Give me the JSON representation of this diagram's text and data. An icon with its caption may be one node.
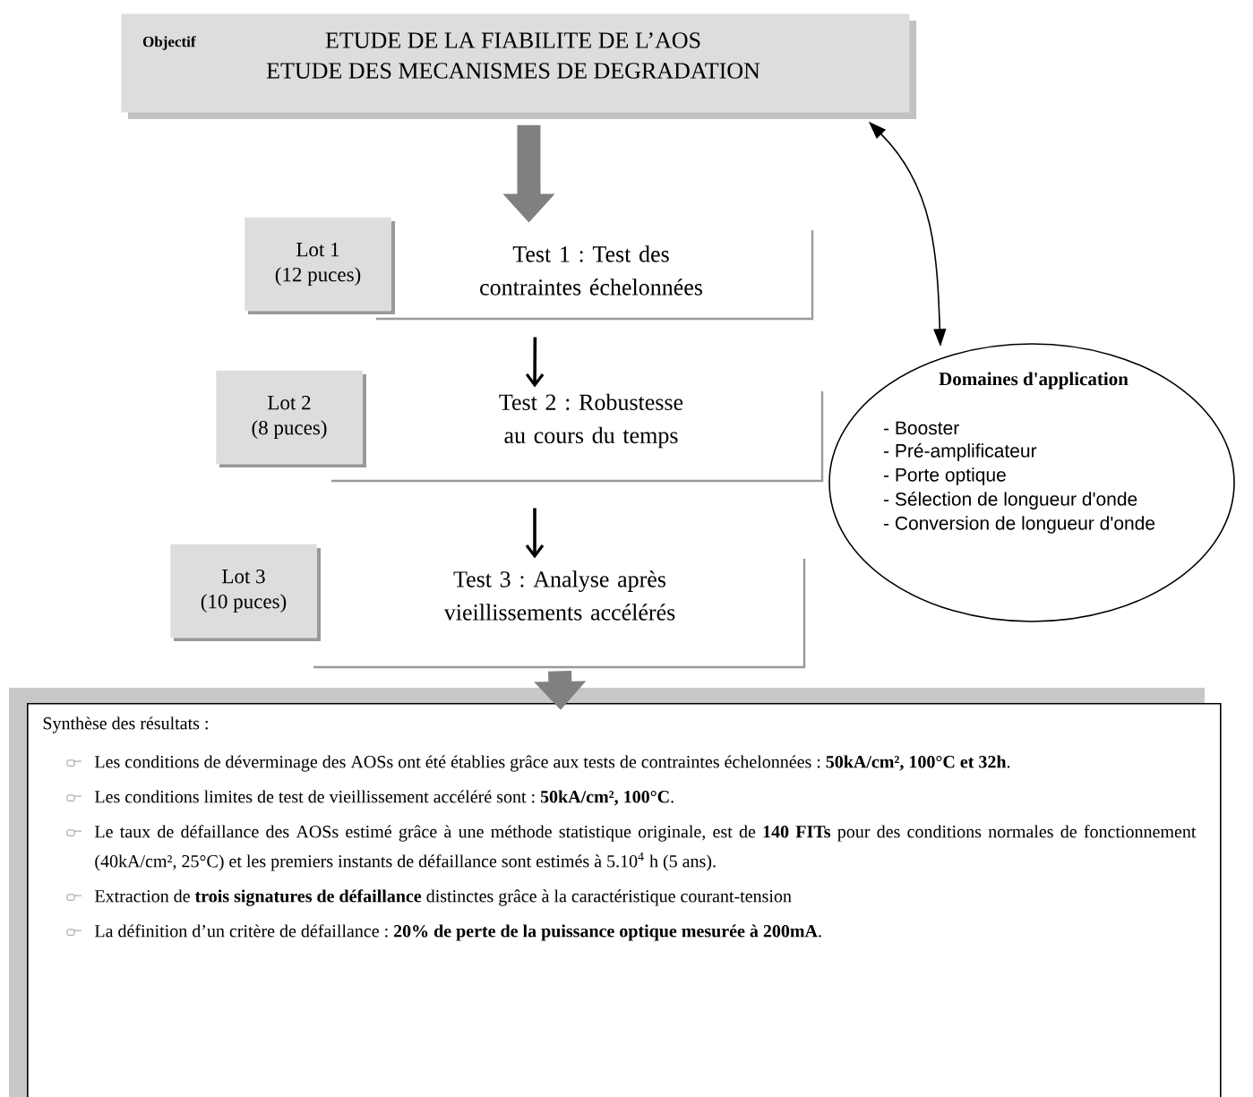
{
  "diagram": {
    "nodes": [
      {
        "text": [
          "Objectif",
          "ETUDE DE LA FIABILITE DE L’AOS",
          "ETUDE DES MECANISMES DE DEGRADATION"
        ]
      },
      {
        "text": [
          "Lot 1",
          "(12 puces)"
        ]
      },
      {
        "text": [
          "Test 1 : Test des contraintes échelonnées"
        ]
      },
      {
        "text": [
          "Lot 2",
          "(8 puces)"
        ]
      },
      {
        "text": [
          "Test 2 : Robustesse au cours du temps"
        ]
      },
      {
        "text": [
          "Lot 3",
          "(10 puces)"
        ]
      },
      {
        "text": [
          "Test 3 : Analyse après vieillissements accélérés"
        ]
      },
      {
        "text": [
          "Synthèse des résultats :",
          "Les conditions de déverminage des AOSs ont été établies grâce aux tests de contraintes échelonnées : **50kA/cm², 100°C et 32h**.",
          "Les conditions limites de test de vieillissement accéléré sont : **50kA/cm², 100°C**.",
          "Le taux de défaillance des AOSs estimé grâce à une méthode statistique originale, est de **140 FITs** pour des conditions normales de fonctionnement (40kA/cm², 25°C) et les premiers instants de défaillance sont estimés à 5.10$^{4}$ h (5 ans).",
          "Extraction de **trois signatures de défaillance** distinctes grâce à la caractéristique courant-tension",
          "La définition d’un critère de défaillance : **20% de perte de la puissance optique mesurée à 200mA**."
        ]
      },
      {
        "text": [
          "Domaines d'application",
          "- Booster",
          "- Pré-amplificateur",
          "- Porte optique",
          "- Sélection de longueur d'onde",
          "- Conversion de longueur d'onde"
        ]
      }
    ],
    "edges": [
      {
        "from": 0,
        "to": 2,
        "arrow": "to",
        "style": "thick",
        "color": "#808080"
      },
      {
        "from": 2,
        "to": 4,
        "arrow": "to",
        "color": "#000000"
      },
      {
        "from": 4,
        "to": 6,
        "arrow": "to",
        "color": "#000000"
      },
      {
        "from": 6,
        "to": 7,
        "arrow": "to",
        "style": "thick",
        "color": "#808080"
      },
      {
        "from": 8,
        "to": 0,
        "arrow": "both",
        "color": "#000000"
      }
    ]
  }
}
